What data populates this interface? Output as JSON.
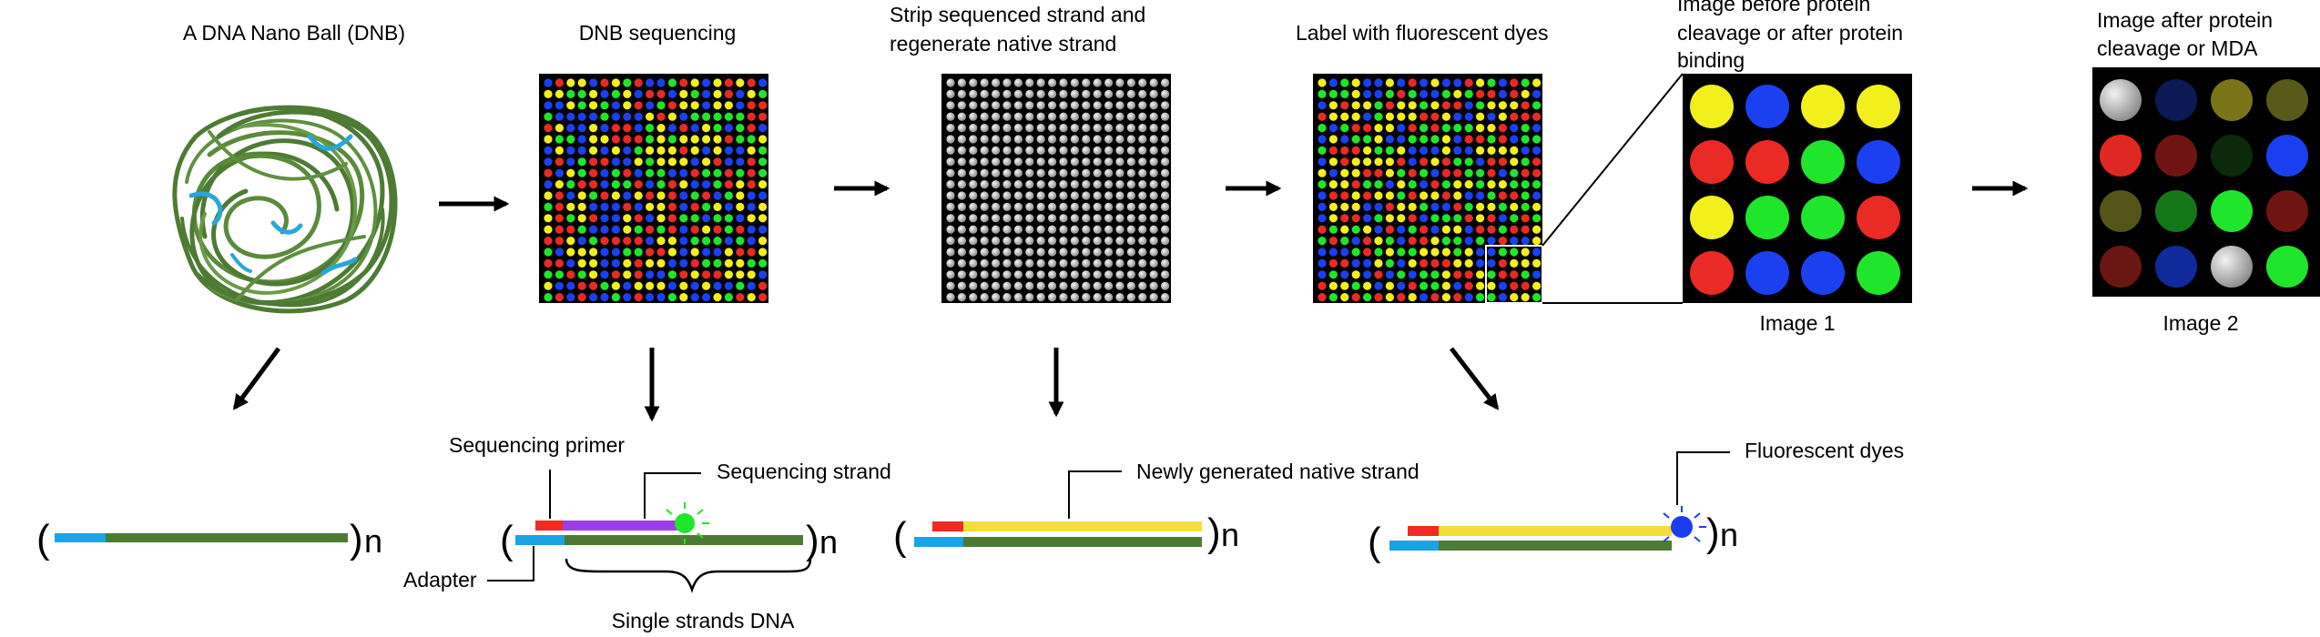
{
  "titles": {
    "dnb": "A DNA Nano Ball (DNB)",
    "dnb_seq": "DNB sequencing",
    "strip_line1": "Strip sequenced strand and",
    "strip_line2": "regenerate native strand",
    "label": "Label with fluorescent dyes",
    "before_line1": "Image before protein",
    "before_line2": "cleavage or after protein",
    "before_line3": "binding",
    "after_line1": "Image after protein",
    "after_line2": "cleavage or MDA"
  },
  "image_captions": {
    "image1": "Image 1",
    "image2": "Image 2"
  },
  "strand_labels": {
    "repeat": "n",
    "sequencing_primer": "Sequencing primer",
    "sequencing_strand": "Sequencing strand",
    "adapter": "Adapter",
    "single_strands": "Single strands DNA",
    "native_strand": "Newly generated native strand",
    "fluorescent_dyes": "Fluorescent dyes"
  },
  "colors": {
    "adapter": "#1ba4e3",
    "dna": "#4e7b34",
    "primer": "#f22a24",
    "seq_strand": "#9b3ee8",
    "native": "#f5de3b",
    "dye_green": "#1fe62a",
    "dye_blue": "#1b3df0",
    "background": "#000000"
  },
  "image1_grid": [
    [
      "#f2ef1d",
      "#1b40f0",
      "#f2ef1d",
      "#f2ef1d"
    ],
    [
      "#ea2a24",
      "#ea2a24",
      "#1fe62a",
      "#1b40f0"
    ],
    [
      "#f2ef1d",
      "#1fe62a",
      "#1fe62a",
      "#ea2a24"
    ],
    [
      "#ea2a24",
      "#1b40f0",
      "#1b40f0",
      "#1fe62a"
    ]
  ],
  "image2_grid": [
    [
      "#c8c8c8",
      "#0b1a55",
      "#7a7418",
      "#585818"
    ],
    [
      "#e02822",
      "#6e1512",
      "#0a2a0a",
      "#1a3ff0"
    ],
    [
      "#545418",
      "#157818",
      "#1fe62a",
      "#6e1512"
    ],
    [
      "#6a1612",
      "#0f2a9a",
      "#c8c8c8",
      "#1fe62a"
    ]
  ]
}
